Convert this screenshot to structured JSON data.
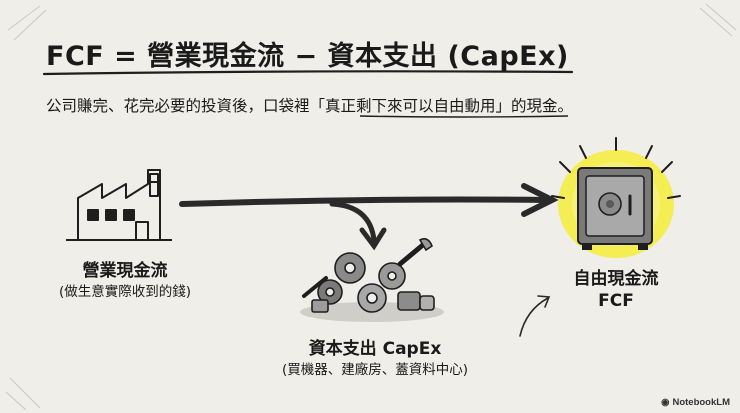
{
  "title": "FCF = 營業現金流 − 資本支出 (CapEx)",
  "subtitle": "公司賺完、花完必要的投資後，口袋裡「真正剩下來可以自由動用」的現金。",
  "nodes": {
    "operating_cash_flow": {
      "label": "營業現金流",
      "note": "(做生意實際收到的錢)"
    },
    "capex": {
      "label": "資本支出 CapEx",
      "note": "(買機器、建廠房、蓋資料中心)"
    },
    "fcf": {
      "label": "自由現金流",
      "note": "FCF"
    }
  },
  "colors": {
    "highlight": "#f5ec3a",
    "ink": "#1e1e1e",
    "paper": "#efeee9"
  },
  "icons": {
    "factory": "factory-icon",
    "gears": "gears-and-wrench-icon",
    "safe": "safe-icon"
  },
  "brand": {
    "name": "NotebookLM"
  }
}
